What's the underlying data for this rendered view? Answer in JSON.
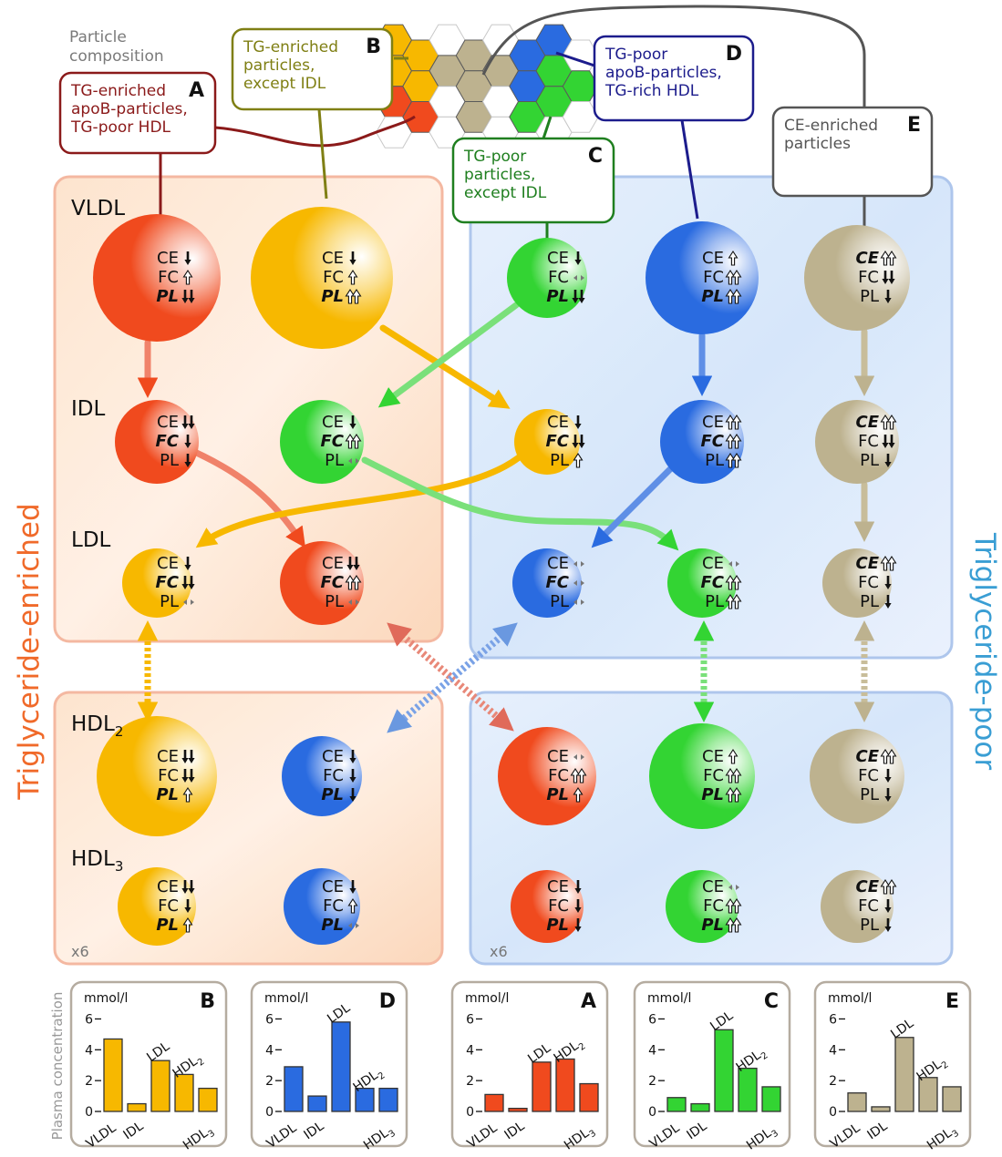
{
  "header": {
    "particle_composition": [
      "Particle",
      "composition"
    ]
  },
  "side_labels": {
    "left": "Triglyceride-enriched",
    "right": "Triglyceride-poor"
  },
  "row_labels": {
    "vldl": "VLDL",
    "idl": "IDL",
    "ldl": "LDL",
    "hdl2": "HDL",
    "hdl2_sub": "2",
    "hdl3": "HDL",
    "hdl3_sub": "3"
  },
  "multipliers": [
    "x6",
    "x6"
  ],
  "colors": {
    "A": "#f04a1e",
    "B": "#f7b800",
    "C": "#33d433",
    "D": "#2a6be0",
    "E": "#bdb28f",
    "panel_left_border": "#f4b59c",
    "panel_right_border": "#aac4ec",
    "left_label": "#f06a2a",
    "right_label": "#3a9ed4",
    "callout_A": "#8b1a1a",
    "callout_B": "#7f7f14",
    "callout_C": "#1f7f1f",
    "callout_D": "#1c1c8c",
    "callout_E": "#555555"
  },
  "callouts": [
    {
      "letter": "A",
      "lines": [
        "TG-enriched",
        "apoB-particles,",
        "TG-poor HDL"
      ]
    },
    {
      "letter": "B",
      "lines": [
        "TG-enriched",
        "particles,",
        "except IDL"
      ]
    },
    {
      "letter": "C",
      "lines": [
        "TG-poor",
        "particles,",
        "except IDL"
      ]
    },
    {
      "letter": "D",
      "lines": [
        "TG-poor",
        "apoB-particles,",
        "TG-rich HDL"
      ]
    },
    {
      "letter": "E",
      "lines": [
        "CE-enriched",
        "particles"
      ]
    }
  ],
  "arrow_glyph_names": [
    "up-outline-icon",
    "double-up-outline-icon",
    "down-icon",
    "double-down-icon",
    "left-right-icon"
  ],
  "particles": [
    {
      "row": "vldl",
      "col": 0,
      "color": "A",
      "labels": [
        [
          "CE",
          "down",
          false
        ],
        [
          "FC",
          "up",
          false
        ],
        [
          "PL",
          "ddown",
          true
        ]
      ]
    },
    {
      "row": "vldl",
      "col": 1,
      "color": "B",
      "labels": [
        [
          "CE",
          "down",
          false
        ],
        [
          "FC",
          "up",
          false
        ],
        [
          "PL",
          "dup",
          true
        ]
      ]
    },
    {
      "row": "vldl",
      "col": 2,
      "color": "C",
      "labels": [
        [
          "CE",
          "down",
          false
        ],
        [
          "FC",
          "lr",
          false
        ],
        [
          "PL",
          "ddown",
          true
        ]
      ]
    },
    {
      "row": "vldl",
      "col": 3,
      "color": "D",
      "labels": [
        [
          "CE",
          "up",
          false
        ],
        [
          "FC",
          "dup",
          false
        ],
        [
          "PL",
          "dup",
          true
        ]
      ]
    },
    {
      "row": "vldl",
      "col": 4,
      "color": "E",
      "labels": [
        [
          "CE",
          "dup",
          true
        ],
        [
          "FC",
          "ddown",
          false
        ],
        [
          "PL",
          "down",
          false
        ]
      ]
    },
    {
      "row": "idl",
      "col": 0,
      "color": "A",
      "labels": [
        [
          "CE",
          "ddown",
          false
        ],
        [
          "FC",
          "down",
          true
        ],
        [
          "PL",
          "down",
          false
        ]
      ]
    },
    {
      "row": "idl",
      "col": 1,
      "color": "C",
      "labels": [
        [
          "CE",
          "down",
          false
        ],
        [
          "FC",
          "dup",
          true
        ],
        [
          "PL",
          "lr",
          false
        ]
      ]
    },
    {
      "row": "idl",
      "col": 2,
      "color": "B",
      "labels": [
        [
          "CE",
          "down",
          false
        ],
        [
          "FC",
          "ddown",
          true
        ],
        [
          "PL",
          "up",
          false
        ]
      ]
    },
    {
      "row": "idl",
      "col": 3,
      "color": "D",
      "labels": [
        [
          "CE",
          "dup",
          false
        ],
        [
          "FC",
          "dup",
          true
        ],
        [
          "PL",
          "dup",
          false
        ]
      ]
    },
    {
      "row": "idl",
      "col": 4,
      "color": "E",
      "labels": [
        [
          "CE",
          "dup",
          true
        ],
        [
          "FC",
          "ddown",
          false
        ],
        [
          "PL",
          "down",
          false
        ]
      ]
    },
    {
      "row": "ldl",
      "col": 0,
      "color": "B",
      "labels": [
        [
          "CE",
          "down",
          false
        ],
        [
          "FC",
          "ddown",
          true
        ],
        [
          "PL",
          "lr",
          false
        ]
      ]
    },
    {
      "row": "ldl",
      "col": 1,
      "color": "A",
      "labels": [
        [
          "CE",
          "ddown",
          false
        ],
        [
          "FC",
          "dup",
          true
        ],
        [
          "PL",
          "lr",
          false
        ]
      ]
    },
    {
      "row": "ldl",
      "col": 2,
      "color": "D",
      "labels": [
        [
          "CE",
          "lr",
          false
        ],
        [
          "FC",
          "lr",
          true
        ],
        [
          "PL",
          "lr",
          false
        ]
      ]
    },
    {
      "row": "ldl",
      "col": 3,
      "color": "C",
      "labels": [
        [
          "CE",
          "lr",
          false
        ],
        [
          "FC",
          "dup",
          true
        ],
        [
          "PL",
          "dup",
          false
        ]
      ]
    },
    {
      "row": "ldl",
      "col": 4,
      "color": "E",
      "labels": [
        [
          "CE",
          "dup",
          true
        ],
        [
          "FC",
          "down",
          false
        ],
        [
          "PL",
          "down",
          false
        ]
      ]
    },
    {
      "row": "hdl2",
      "col": 0,
      "color": "B",
      "labels": [
        [
          "CE",
          "ddown",
          false
        ],
        [
          "FC",
          "ddown",
          false
        ],
        [
          "PL",
          "up",
          true
        ]
      ]
    },
    {
      "row": "hdl2",
      "col": 1,
      "color": "D",
      "labels": [
        [
          "CE",
          "down",
          false
        ],
        [
          "FC",
          "down",
          false
        ],
        [
          "PL",
          "down",
          true
        ]
      ]
    },
    {
      "row": "hdl2",
      "col": 2,
      "color": "A",
      "labels": [
        [
          "CE",
          "lr",
          false
        ],
        [
          "FC",
          "dup",
          false
        ],
        [
          "PL",
          "up",
          true
        ]
      ]
    },
    {
      "row": "hdl2",
      "col": 3,
      "color": "C",
      "labels": [
        [
          "CE",
          "up",
          false
        ],
        [
          "FC",
          "dup",
          false
        ],
        [
          "PL",
          "dup",
          true
        ]
      ]
    },
    {
      "row": "hdl2",
      "col": 4,
      "color": "E",
      "labels": [
        [
          "CE",
          "dup",
          true
        ],
        [
          "FC",
          "down",
          false
        ],
        [
          "PL",
          "down",
          false
        ]
      ]
    },
    {
      "row": "hdl3",
      "col": 0,
      "color": "B",
      "labels": [
        [
          "CE",
          "ddown",
          false
        ],
        [
          "FC",
          "down",
          false
        ],
        [
          "PL",
          "up",
          true
        ]
      ]
    },
    {
      "row": "hdl3",
      "col": 1,
      "color": "D",
      "labels": [
        [
          "CE",
          "down",
          false
        ],
        [
          "FC",
          "up",
          false
        ],
        [
          "PL",
          "lr",
          true
        ]
      ]
    },
    {
      "row": "hdl3",
      "col": 2,
      "color": "A",
      "labels": [
        [
          "CE",
          "down",
          false
        ],
        [
          "FC",
          "down",
          false
        ],
        [
          "PL",
          "down",
          true
        ]
      ]
    },
    {
      "row": "hdl3",
      "col": 3,
      "color": "C",
      "labels": [
        [
          "CE",
          "lr",
          false
        ],
        [
          "FC",
          "dup",
          false
        ],
        [
          "PL",
          "dup",
          true
        ]
      ]
    },
    {
      "row": "hdl3",
      "col": 4,
      "color": "E",
      "labels": [
        [
          "CE",
          "dup",
          true
        ],
        [
          "FC",
          "down",
          false
        ],
        [
          "PL",
          "down",
          false
        ]
      ]
    }
  ],
  "plasma_axis_label": "Plasma concentration",
  "chart_data": [
    {
      "type": "bar",
      "letter": "B",
      "color": "B",
      "unit": "mmol/l",
      "categories": [
        "VLDL",
        "IDL",
        "LDL",
        "HDL2",
        "HDL3"
      ],
      "values": [
        4.7,
        0.5,
        3.3,
        2.4,
        1.5
      ],
      "yticks": [
        0,
        2,
        4,
        6
      ],
      "ylim": [
        0,
        6.5
      ],
      "label_positions": {
        "LDL": "above",
        "HDL2": "above"
      }
    },
    {
      "type": "bar",
      "letter": "D",
      "color": "D",
      "unit": "mmol/l",
      "categories": [
        "VLDL",
        "IDL",
        "LDL",
        "HDL2",
        "HDL3"
      ],
      "values": [
        2.9,
        1.0,
        5.8,
        1.5,
        1.5
      ],
      "yticks": [
        0,
        2,
        4,
        6
      ],
      "ylim": [
        0,
        6.5
      ],
      "label_positions": {
        "LDL": "above",
        "HDL2": "above"
      }
    },
    {
      "type": "bar",
      "letter": "A",
      "color": "A",
      "unit": "mmol/l",
      "categories": [
        "VLDL",
        "IDL",
        "LDL",
        "HDL2",
        "HDL3"
      ],
      "values": [
        1.1,
        0.2,
        3.2,
        3.4,
        1.8
      ],
      "yticks": [
        0,
        2,
        4,
        6
      ],
      "ylim": [
        0,
        6.5
      ],
      "label_positions": {
        "LDL": "above",
        "HDL2": "above"
      }
    },
    {
      "type": "bar",
      "letter": "C",
      "color": "C",
      "unit": "mmol/l",
      "categories": [
        "VLDL",
        "IDL",
        "LDL",
        "HDL2",
        "HDL3"
      ],
      "values": [
        0.9,
        0.5,
        5.3,
        2.8,
        1.6
      ],
      "yticks": [
        0,
        2,
        4,
        6
      ],
      "ylim": [
        0,
        6.5
      ],
      "label_positions": {
        "LDL": "above",
        "HDL2": "above"
      }
    },
    {
      "type": "bar",
      "letter": "E",
      "color": "E",
      "unit": "mmol/l",
      "categories": [
        "VLDL",
        "IDL",
        "LDL",
        "HDL2",
        "HDL3"
      ],
      "values": [
        1.2,
        0.3,
        4.8,
        2.2,
        1.6
      ],
      "yticks": [
        0,
        2,
        4,
        6
      ],
      "ylim": [
        0,
        6.5
      ],
      "label_positions": {
        "LDL": "above",
        "HDL2": "above"
      }
    }
  ]
}
